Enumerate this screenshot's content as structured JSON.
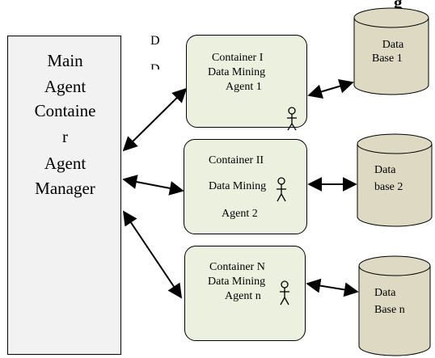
{
  "fragments": {
    "top_right": "g",
    "left_d1": "D",
    "left_d2": "D"
  },
  "manager": {
    "lines": [
      "Main",
      "Agent",
      "Containe",
      "r",
      "Agent",
      "Manager"
    ]
  },
  "containers": [
    {
      "lines": [
        "Container I",
        "Data Mining",
        "Agent 1"
      ]
    },
    {
      "lines": [
        "Container II",
        "Data Mining",
        "Agent 2"
      ]
    },
    {
      "lines": [
        "Container N",
        "Data Mining",
        "Agent n"
      ]
    }
  ],
  "databases": [
    {
      "lines": [
        "Data",
        "Base 1"
      ]
    },
    {
      "lines": [
        "Data",
        "base 2"
      ]
    },
    {
      "lines": [
        "Data",
        "Base n"
      ]
    }
  ],
  "colors": {
    "container_fill": "#ebf1de",
    "database_fill": "#ddd9c3",
    "manager_fill": "#f2f2f2"
  }
}
